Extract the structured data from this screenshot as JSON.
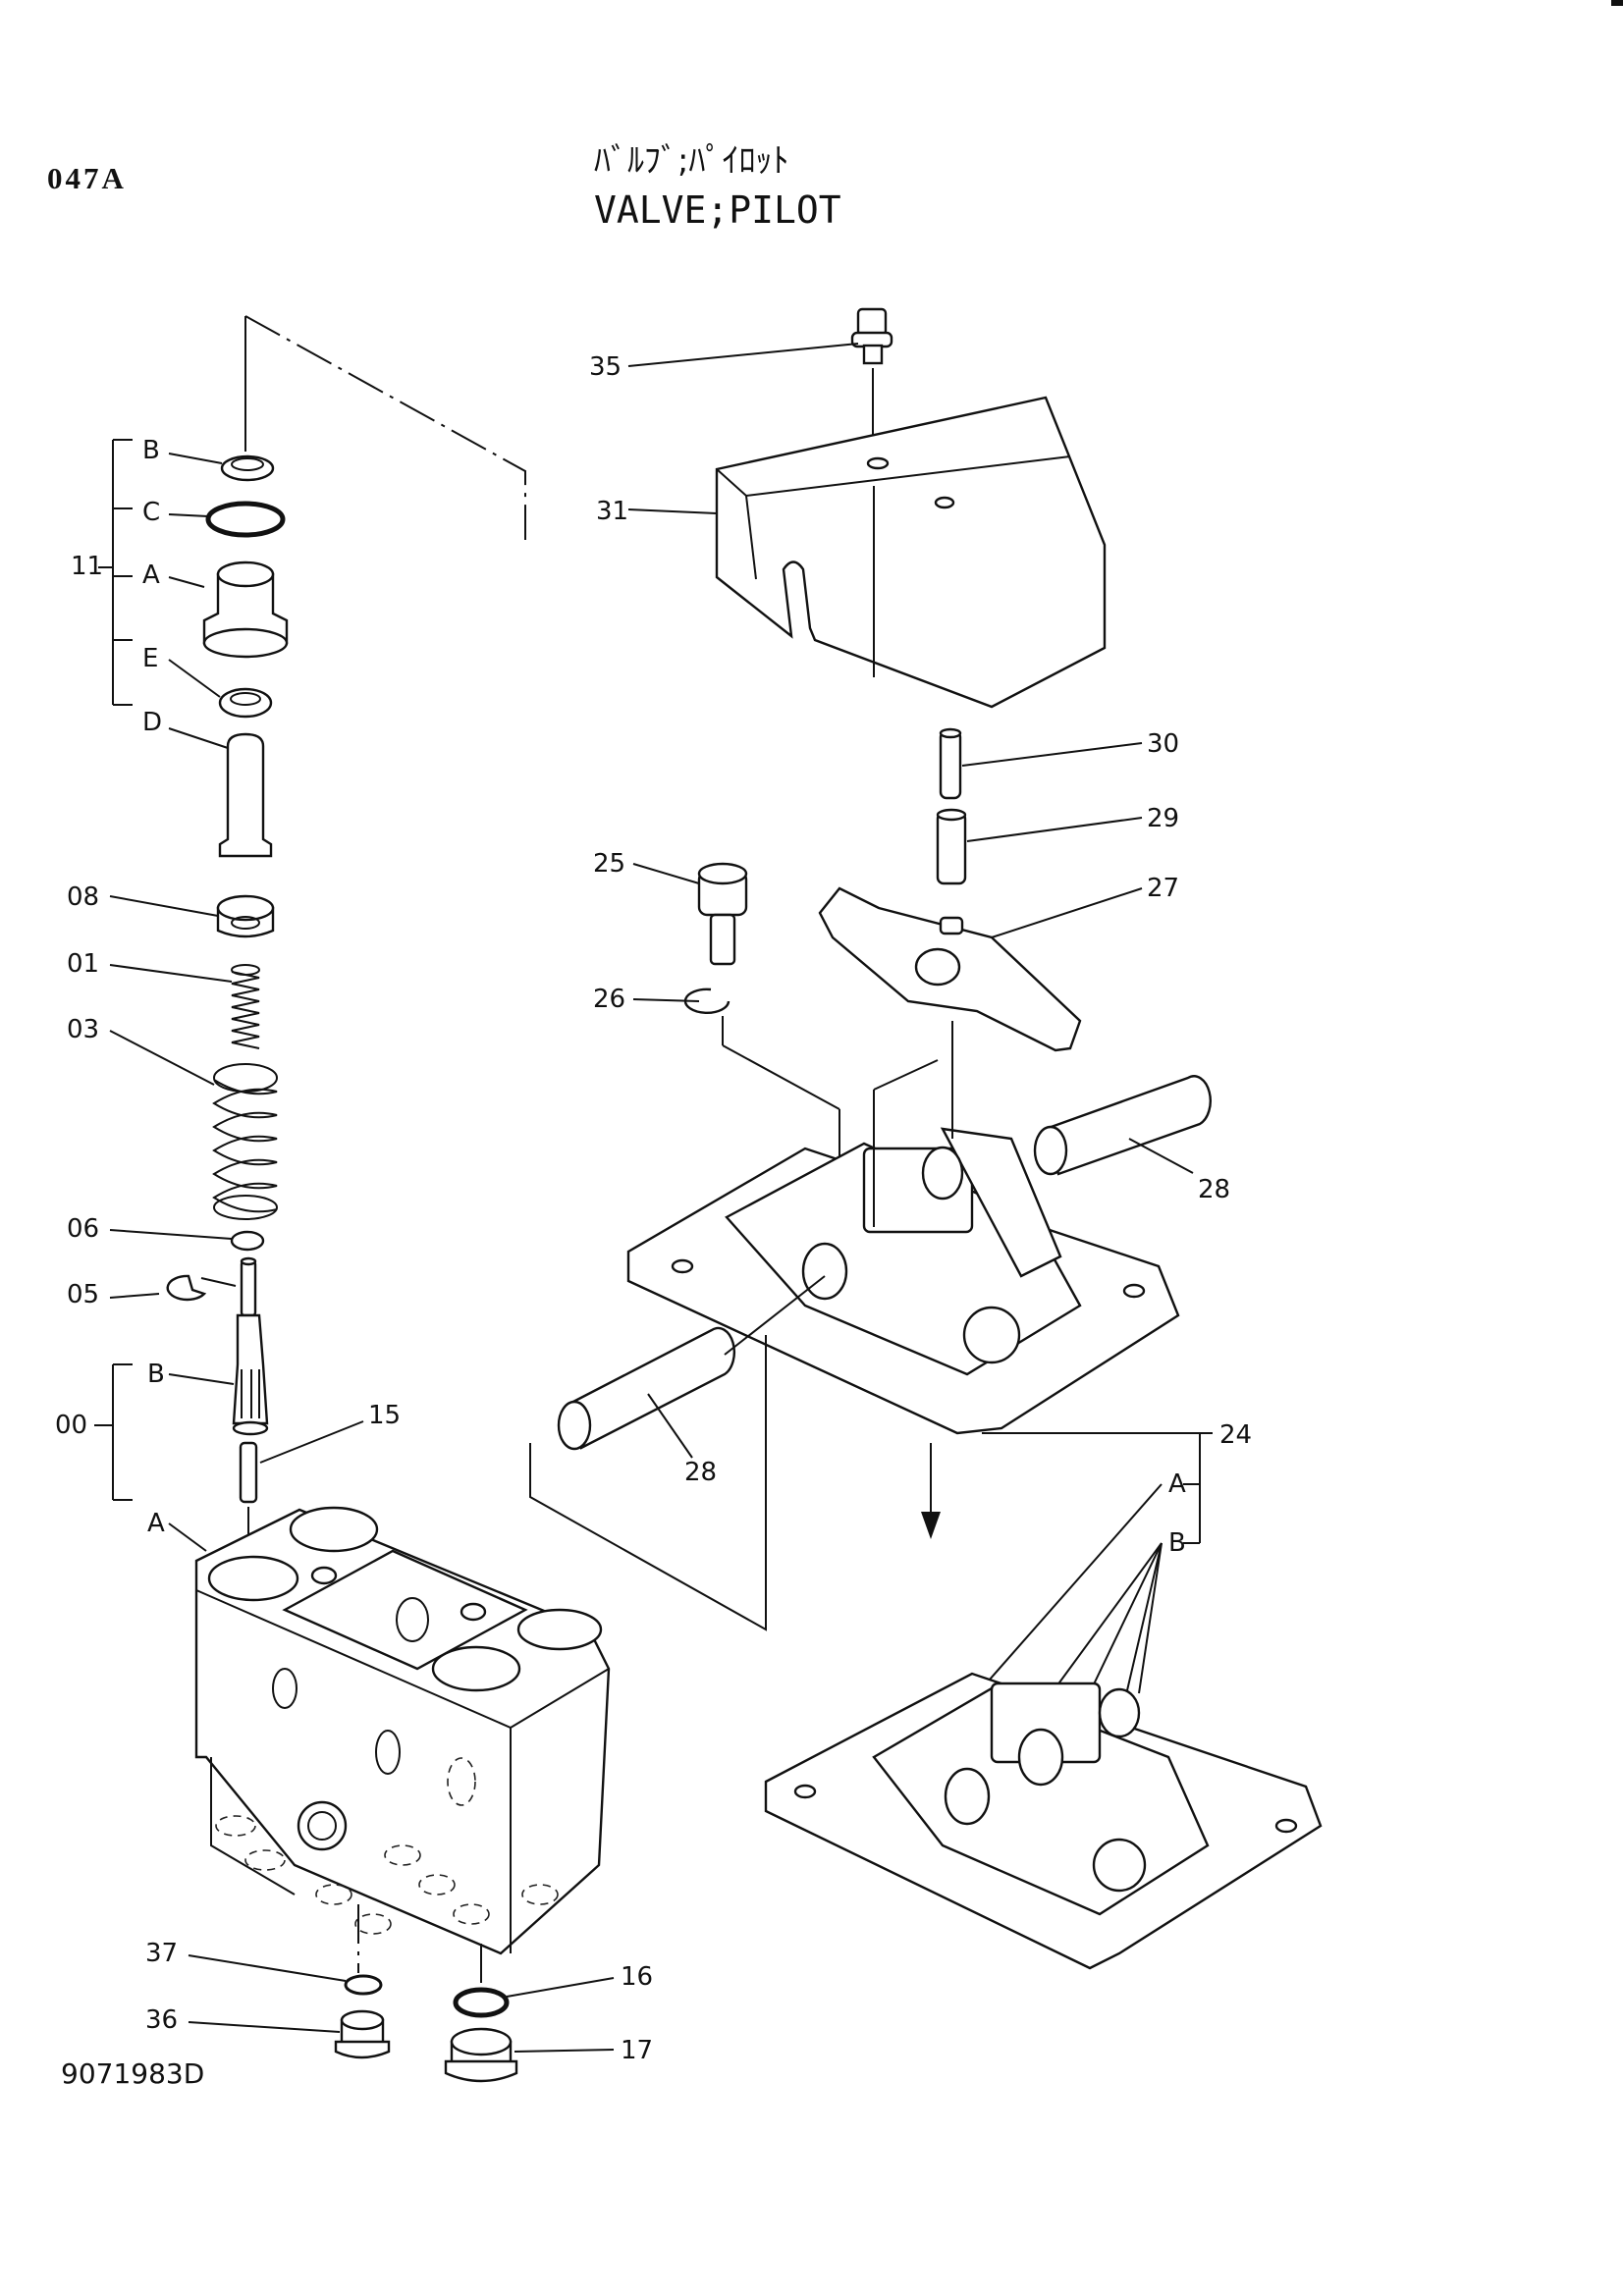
{
  "header": {
    "page_code": "047A",
    "title_jp": "ﾊﾞﾙﾌﾞ;ﾊﾟｲﾛｯﾄ",
    "title_en": "VALVE;PILOT"
  },
  "footer": {
    "drawing_number": "9071983D"
  },
  "callouts": {
    "c35": "35",
    "c31": "31",
    "c30": "30",
    "c29": "29",
    "c27": "27",
    "c25": "25",
    "c26": "26",
    "c28a": "28",
    "c28b": "28",
    "c24": "24",
    "c24a": "A",
    "c24b": "B",
    "c11": "11",
    "c11b": "B",
    "c11c": "C",
    "c11a": "A",
    "c11e": "E",
    "c11d": "D",
    "c08": "08",
    "c01": "01",
    "c03": "03",
    "c06": "06",
    "c05": "05",
    "c00": "00",
    "c00b": "B",
    "c00a": "A",
    "c15": "15",
    "c37": "37",
    "c36": "36",
    "c16": "16",
    "c17": "17"
  }
}
